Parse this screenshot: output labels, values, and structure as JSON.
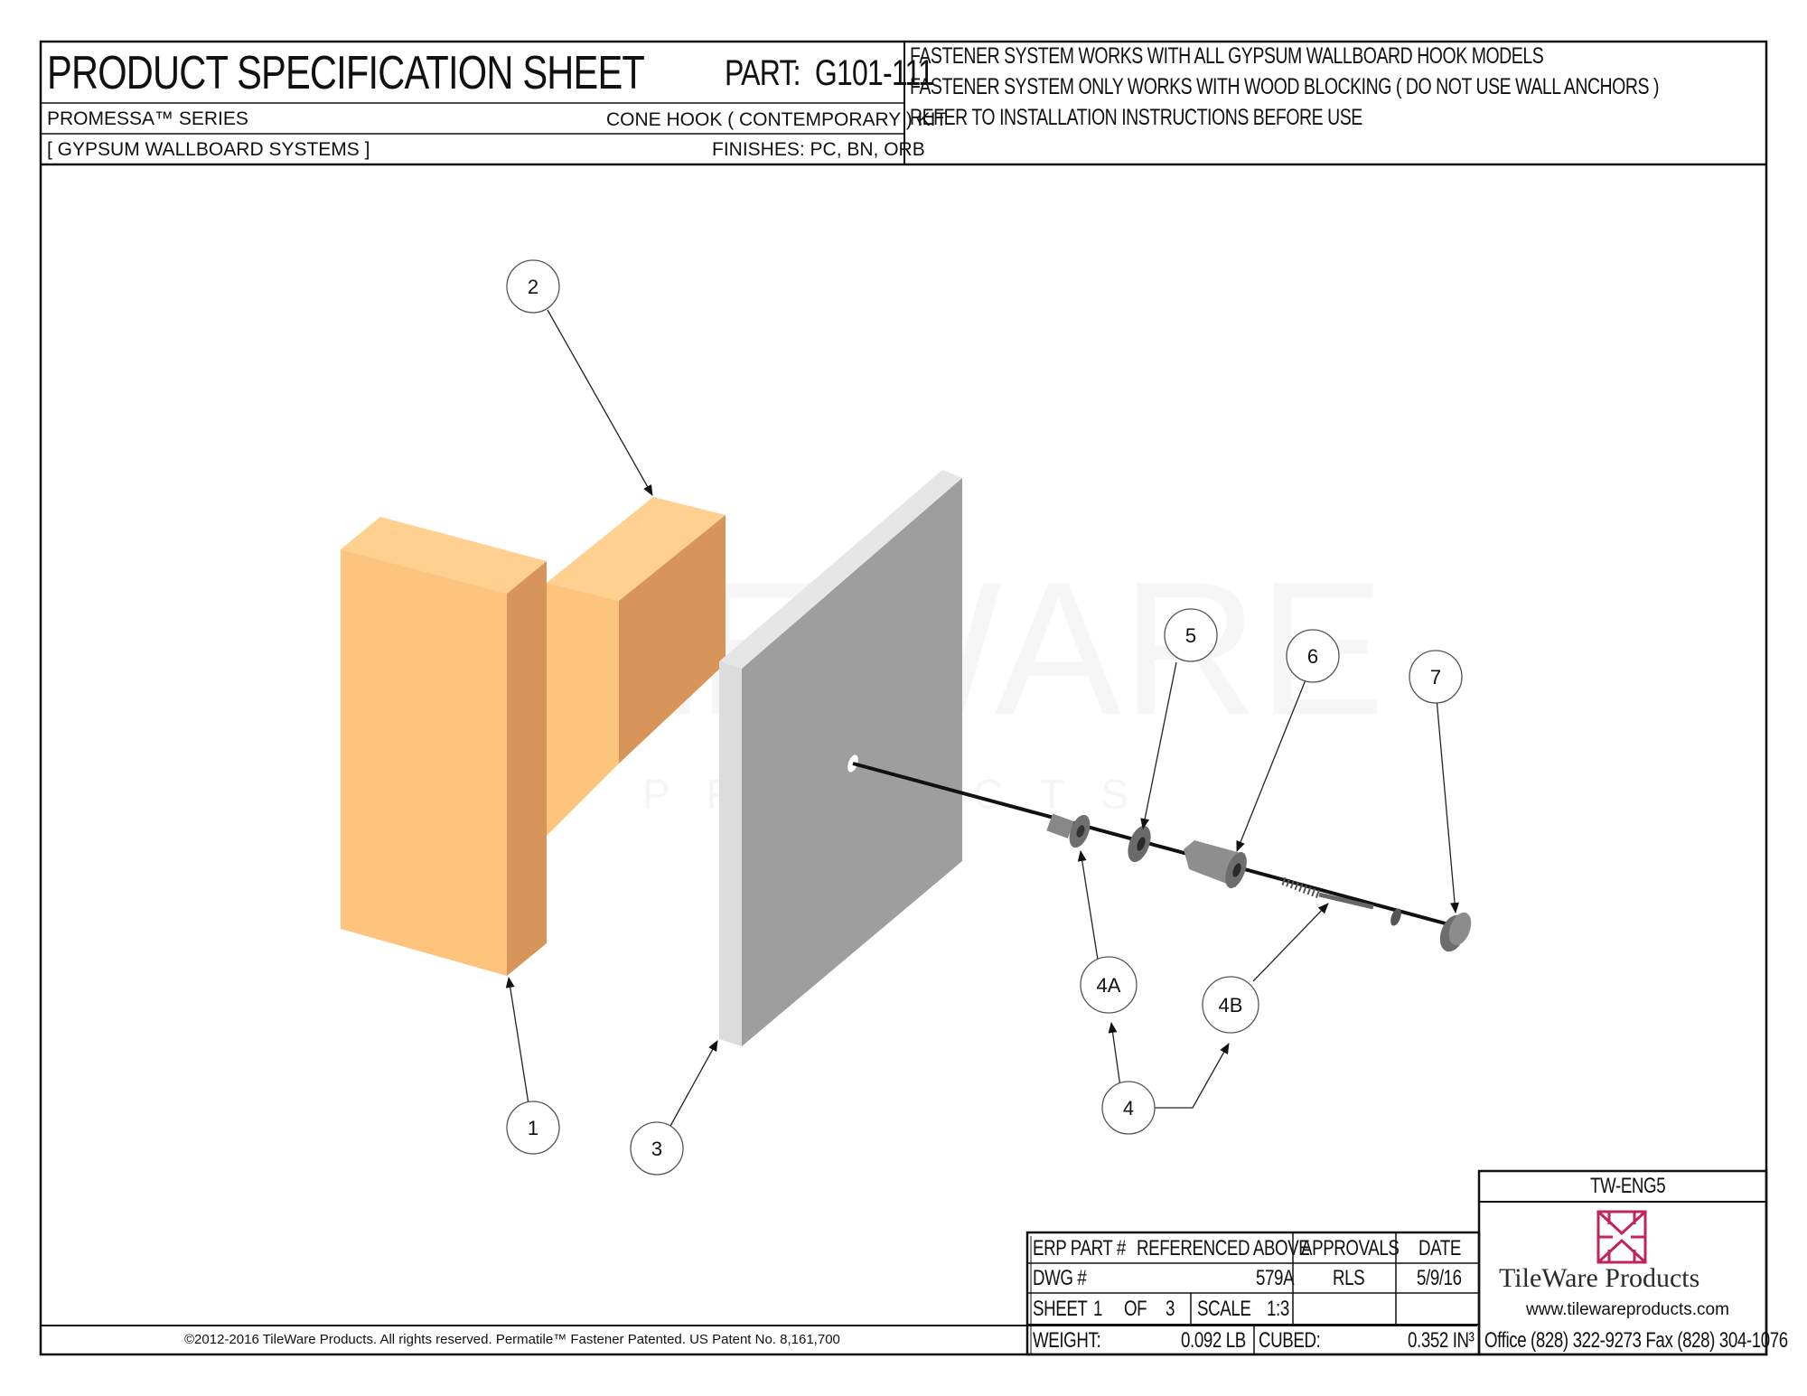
{
  "header": {
    "title": "PRODUCT SPECIFICATION SHEET",
    "part_label": "PART:",
    "part_number": "G101-111",
    "series": "PROMESSA™ SERIES",
    "kit": "CONE HOOK ( CONTEMPORARY ) KIT",
    "system": "[ GYPSUM WALLBOARD SYSTEMS ]",
    "finishes": "FINISHES:  PC, BN, ORB"
  },
  "notes": [
    "FASTENER SYSTEM WORKS WITH ALL GYPSUM WALLBOARD HOOK MODELS",
    "FASTENER SYSTEM ONLY WORKS WITH WOOD BLOCKING ( DO NOT USE WALL ANCHORS )",
    "REFER TO INSTALLATION INSTRUCTIONS BEFORE USE"
  ],
  "watermark": {
    "main": "TILEWARE",
    "sub": "PRODUCTS"
  },
  "callouts": {
    "c1": "1",
    "c2": "2",
    "c3": "3",
    "c4": "4",
    "c4a": "4A",
    "c4b": "4B",
    "c5": "5",
    "c6": "6",
    "c7": "7"
  },
  "title_block": {
    "code": "TW-ENG5",
    "erp_label": "ERP PART #",
    "erp_value": "REFERENCED ABOVE",
    "approvals_label": "APPROVALS",
    "date_label": "DATE",
    "dwg_label": "DWG #",
    "dwg_value": "579A",
    "approver": "RLS",
    "date": "5/9/16",
    "sheet_label": "SHEET",
    "sheet_num": "1",
    "of_label": "OF",
    "sheet_total": "3",
    "scale_label": "SCALE",
    "scale_value": "1:3",
    "weight_label": "WEIGHT:",
    "weight_value": "0.092  LB",
    "cubed_label": "CUBED:",
    "cubed_value": "0.352  IN³"
  },
  "company": {
    "name": "TileWare Products",
    "website": "www.tilewareproducts.com",
    "contact": "Office (828) 322-9273  Fax (828) 304-1076"
  },
  "footer": {
    "copyright": "©2012-2016 TileWare Products. All rights reserved. Permatile™ Fastener Patented. US Patent No. 8,161,700"
  },
  "colors": {
    "wood_front": "#fdc47e",
    "wood_side": "#d7955a",
    "wood_top": "#ffd08f",
    "panel_front": "#9e9e9e",
    "panel_edge": "#dcdcdc",
    "logo": "#c0245a"
  }
}
